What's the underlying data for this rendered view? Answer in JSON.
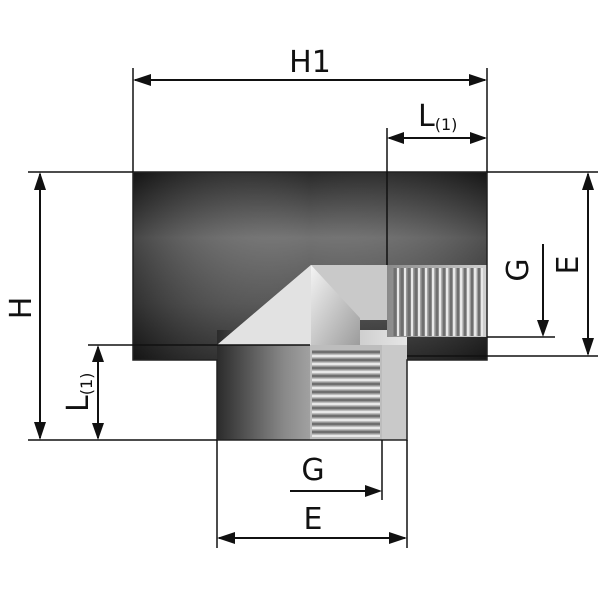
{
  "labels": {
    "h1": "H1",
    "h": "H",
    "l_top_main": "L",
    "l_top_sub": "(1)",
    "l_left_main": "L",
    "l_left_sub": "(1)",
    "g_right": "G",
    "e_right": "E",
    "g_bottom": "G",
    "e_bottom": "E"
  },
  "colors": {
    "body_dark": "#2a2a2a",
    "body_mid": "#7a7a7a",
    "body_light": "#d9d9d9",
    "bore": "#b8b8b8",
    "thread": "#9a9a9a"
  }
}
